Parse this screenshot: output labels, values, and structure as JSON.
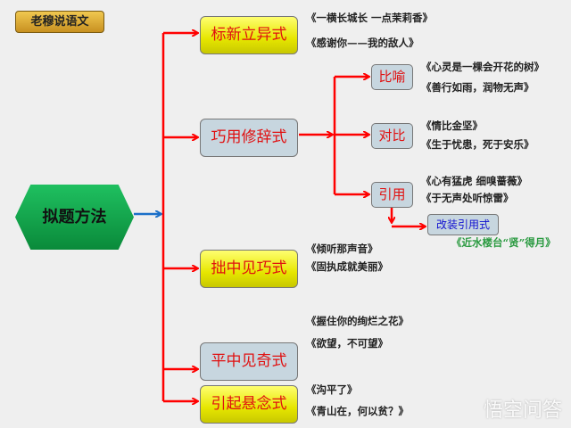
{
  "badge": "老穆说语文",
  "root": "拟题方法",
  "branches": [
    {
      "label": "标新立异式",
      "examples": [
        "《一横长城长 一点茉莉香》",
        "《感谢你——我的敌人》"
      ]
    },
    {
      "label": "巧用修辞式"
    },
    {
      "label": "拙中见巧式",
      "examples": [
        "《倾听那声音》",
        "《固执成就美丽》"
      ]
    },
    {
      "label": "平中见奇式",
      "examples": [
        "《握住你的绚烂之花》",
        "《欲望，不可望》"
      ]
    },
    {
      "label": "引起悬念式",
      "examples": [
        "《沟平了》",
        "《青山在，何以贫？》"
      ]
    }
  ],
  "rhetoric": [
    {
      "label": "比喻",
      "examples": [
        "《心灵是一棵会开花的树》",
        "《善行如雨，润物无声》"
      ]
    },
    {
      "label": "对比",
      "examples": [
        "《情比金坚》",
        "《生于忧患，死于安乐》"
      ]
    },
    {
      "label": "引用",
      "examples": [
        "《心有猛虎 细嗅蔷薇》",
        "《于无声处听惊雷》"
      ]
    }
  ],
  "modified_quote": {
    "label": "改装引用式",
    "example": "《近水楼台“贤”得月》"
  },
  "watermark": "悟空问答"
}
